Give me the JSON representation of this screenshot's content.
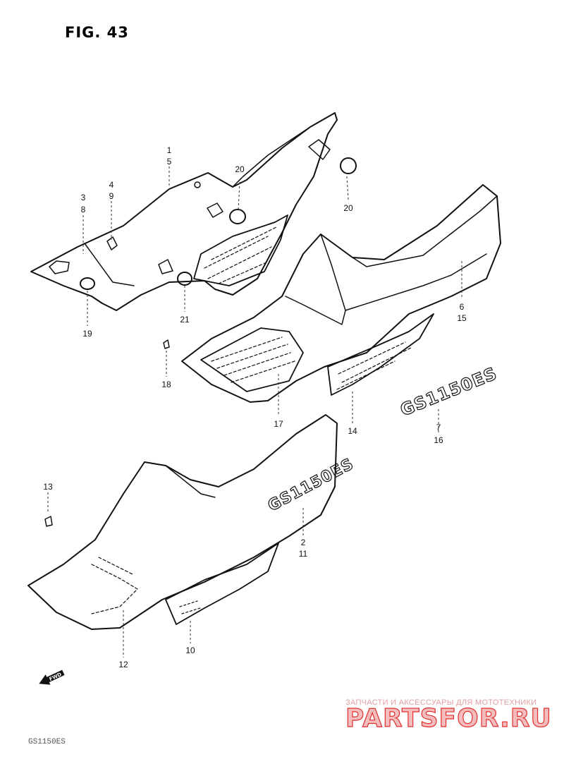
{
  "figure": {
    "title": "FIG. 43"
  },
  "callouts": {
    "c1": "1",
    "c5": "5",
    "c20a": "20",
    "c20b": "20",
    "c3": "3",
    "c8": "8",
    "c4": "4",
    "c9": "9",
    "c19": "19",
    "c21": "21",
    "c6": "6",
    "c15": "15",
    "c18": "18",
    "c17": "17",
    "c14": "14",
    "c7": "7",
    "c16": "16",
    "c13": "13",
    "c2": "2",
    "c11": "11",
    "c12": "12",
    "c10": "10"
  },
  "decals": {
    "large": "GS1150ES",
    "small": "GS1150ES"
  },
  "fwd_arrow": "FWD",
  "watermark": {
    "tagline": "ЗАПЧАСТИ И АКСЕССУАРЫ ДЛЯ МОТОТЕХНИКИ",
    "logo": "PARTSFOR.RU",
    "color": "#e03030"
  },
  "footer_code": "GS1150ES"
}
